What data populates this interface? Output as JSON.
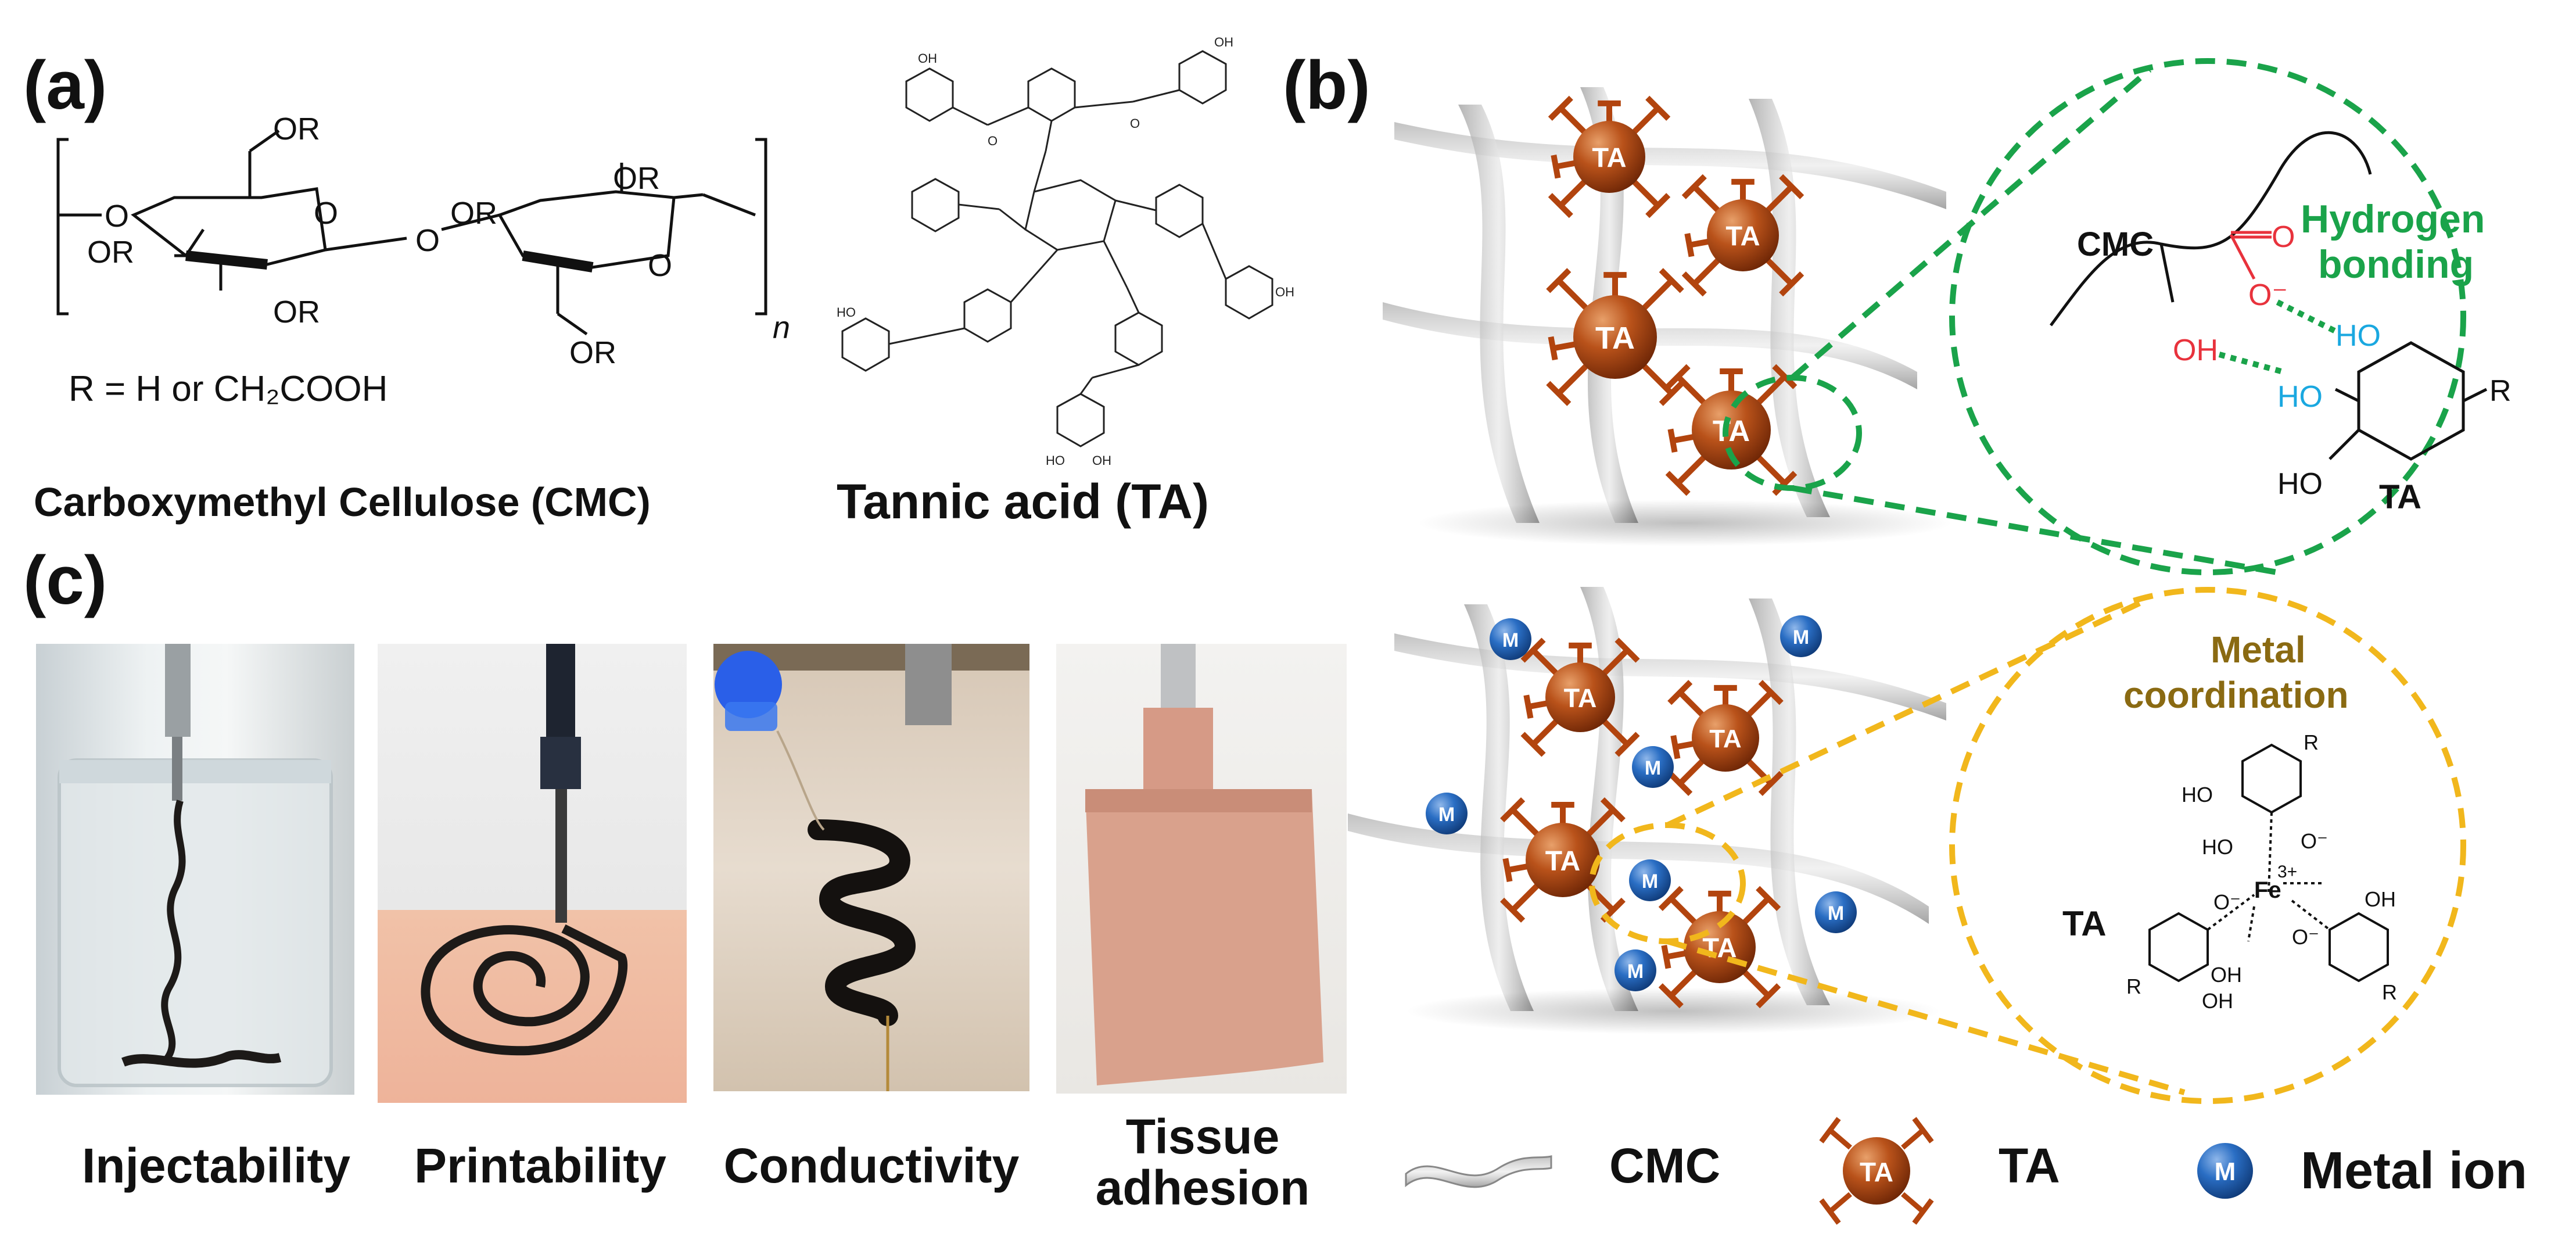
{
  "panels": {
    "a": "(a)",
    "b": "(b)",
    "c": "(c)"
  },
  "panel_a": {
    "cmc": {
      "substituents": [
        "OR",
        "OR",
        "OR",
        "OR",
        "OR",
        "OR"
      ],
      "ring_oxygens": [
        "O",
        "O"
      ],
      "linker_oxygen": "O",
      "end_oxygen": "O",
      "repeat": "n",
      "r_definition": "R = H or CH₂COOH",
      "caption": "Carboxymethyl Cellulose (CMC)"
    },
    "ta": {
      "caption": "Tannic acid (TA)",
      "atom_labels": [
        "OH",
        "HO",
        "O",
        "HO",
        "OH"
      ]
    }
  },
  "panel_b": {
    "network_label": "TA",
    "metal_label": "M",
    "hydrogen": {
      "title_line1": "Hydrogen",
      "title_line2": "bonding",
      "cmc": "CMC",
      "cooh_o": "O",
      "cooh_o_minus": "O⁻",
      "cmc_oh": "OH",
      "ta_ho1": "HO",
      "ta_ho2": "HO",
      "ta_ho3": "HO",
      "ta_r": "R",
      "ta_label": "TA"
    },
    "metal": {
      "title_line1": "Metal",
      "title_line2": "coordination",
      "ta_label": "TA",
      "fe": "Fe",
      "fe_charge": "3+",
      "ho_top1": "HO",
      "ho_top2": "HO",
      "o_minus1": "O⁻",
      "o_minus2": "O⁻",
      "o_minus3": "O⁻",
      "oh_right": "OH",
      "oh_bottom": "OH",
      "oh_mid": "OH",
      "r_top": "R",
      "r_left": "R",
      "r_right": "R"
    },
    "legend": {
      "cmc": "CMC",
      "ta": "TA",
      "ta_bead": "TA",
      "metal": "Metal ion",
      "metal_bead": "M"
    }
  },
  "panel_c": {
    "photos": [
      {
        "caption": "Injectability"
      },
      {
        "caption": "Printability"
      },
      {
        "caption": "Conductivity"
      },
      {
        "caption_line1": "Tissue",
        "caption_line2": "adhesion"
      }
    ]
  },
  "colors": {
    "ta_bead": "#b2440e",
    "metal_bead": "#1f5fb0",
    "hydrogen_circle": "#1aa34a",
    "metal_circle": "#f1b71c",
    "metal_title": "#8a6a12",
    "oxygen_red": "#e8323c",
    "hydroxyl_blue": "#1aa8e0"
  }
}
